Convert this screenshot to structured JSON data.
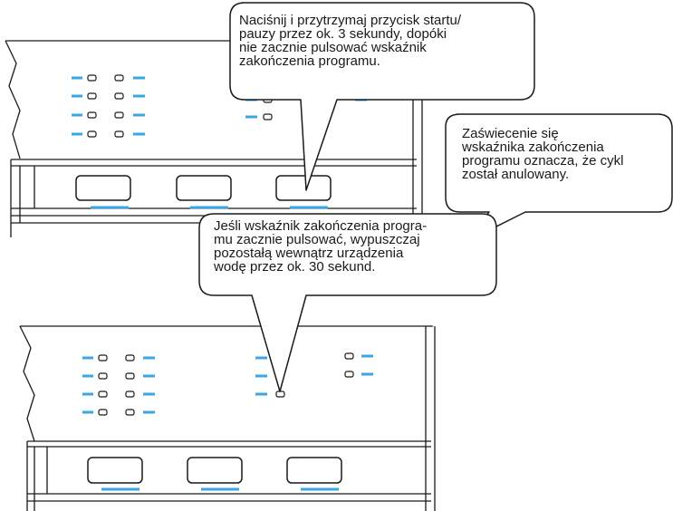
{
  "callouts": {
    "hold_button": "Naciśnij i przytrzymaj przycisk startu/\npauzy przez ok. 3 sekundy, dopóki\nnie zacznie pulsować wskaźnik\nzakończenia programu.",
    "cancelled": "   Zaświecenie się\nwskaźnika zakończenia\nprogramu oznacza, że cykl\nzostał anulowany.",
    "drain_water": "Jeśli wskaźnik zakończenia progra-\nmu zacznie pulsować, wypuszczaj\npozostałą wewnątrz urządzenia\nwodę przez ok. 30 sekund."
  },
  "colors": {
    "indicator_line": "#3aa7e2",
    "outline": "#1a1a1a",
    "panel_fill": "#ffffff"
  }
}
